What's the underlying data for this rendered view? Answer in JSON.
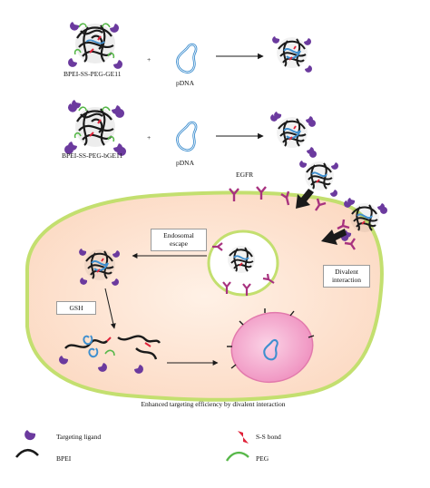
{
  "top": {
    "polyplex_1": "BPEI-SS-PEG-GE11",
    "polyplex_2": "BPEI-SS-PEG-bGE11",
    "plasmid_1": "pDNA",
    "plasmid_2": "pDNA",
    "plus": "+"
  },
  "cell": {
    "receptor": "EGFR",
    "escape": "Endosomal escape",
    "gsh": "GSH",
    "divalent": "Divalent interaction",
    "caption": "Enhanced targeting efficiency by divalent interaction"
  },
  "legend": {
    "ligand": "Targeting ligand",
    "bpei": "BPEI",
    "ss_bond": "S-S bond",
    "peg": "PEG"
  },
  "colors": {
    "cytoplasm": "#fde3d2",
    "membrane": "#c3df6f",
    "nucleus": "#f5a9cd",
    "ligand": "#6b3a9e",
    "bpei": "#1a1a1a",
    "dna": "#3f8fcf",
    "peg": "#58b84a",
    "ss_bond": "#e0233a",
    "receptor": "#a8327f",
    "arrow": "#1a1a1a"
  },
  "icons": [
    "polyplex-icon",
    "plasmid-icon",
    "receptor-icon",
    "arrow-icon",
    "ligand-icon",
    "bpei-icon",
    "ss-bond-icon",
    "peg-icon"
  ]
}
